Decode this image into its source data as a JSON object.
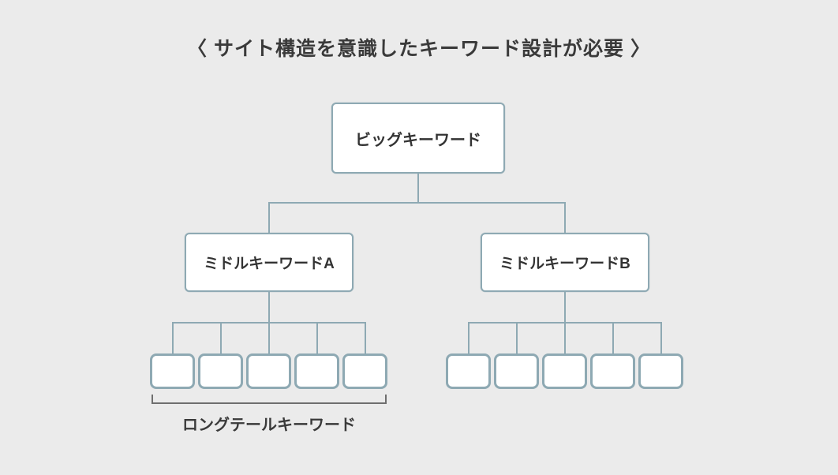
{
  "title": "〈 サイト構造を意識したキーワード設計が必要 〉",
  "diagram": {
    "root": {
      "label": "ビッグキーワード"
    },
    "middle": [
      {
        "label": "ミドルキーワードA"
      },
      {
        "label": "ミドルキーワードB"
      }
    ],
    "leaves_per_group": 5,
    "bracket_label": "ロングテールキーワード",
    "colors": {
      "background": "#ebebeb",
      "box_border": "#8ea9b3",
      "box_fill": "#ffffff",
      "connector": "#8ea9b3",
      "bracket": "#6e6e6e",
      "text": "#3a3a3a"
    }
  }
}
